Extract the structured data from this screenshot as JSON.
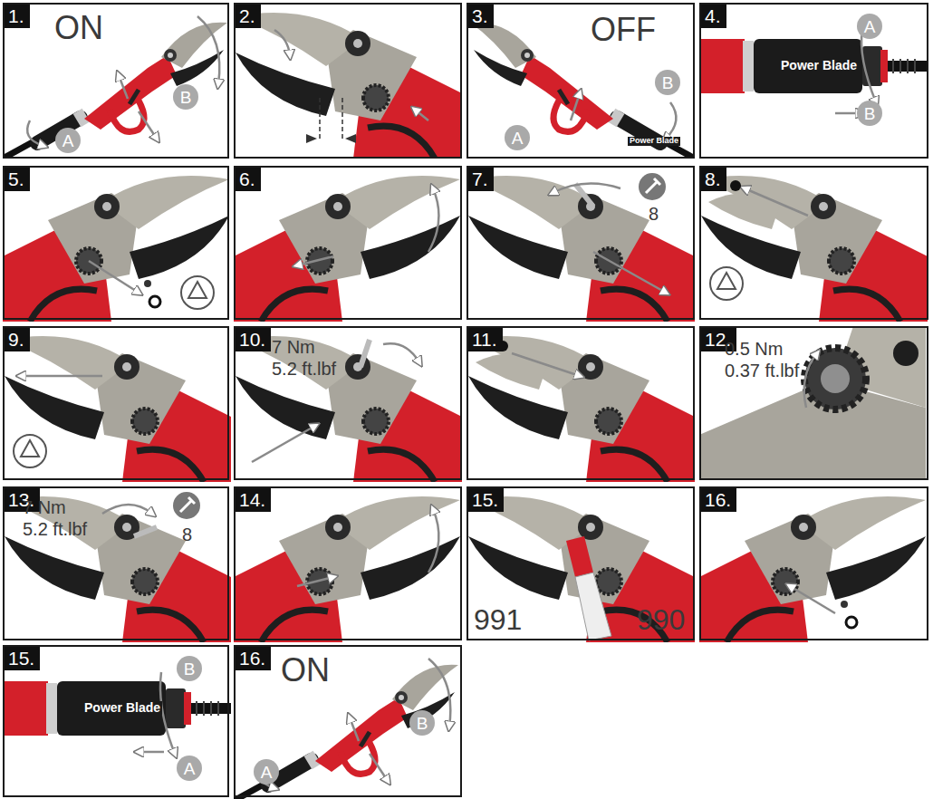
{
  "diagram": {
    "nodes": [
      {
        "text": [
          "1.",
          "ON"
        ]
      },
      {
        "text": [
          "A"
        ],
        "in": 0
      },
      {
        "text": [
          "B"
        ],
        "in": 0
      },
      {
        "text": [
          "2."
        ]
      },
      {
        "text": [
          "3.",
          "OFF",
          "Power Blade"
        ]
      },
      {
        "text": [
          "A"
        ],
        "in": 4
      },
      {
        "text": [
          "B"
        ],
        "in": 4
      },
      {
        "text": [
          "4.",
          "Power Blade"
        ]
      },
      {
        "text": [
          "A"
        ],
        "in": 7
      },
      {
        "text": [
          "B"
        ],
        "in": 7
      },
      {
        "text": [
          "5."
        ]
      },
      {
        "text": [
          "6."
        ]
      },
      {
        "text": [
          "7.",
          "8"
        ]
      },
      {
        "text": [
          "8."
        ]
      },
      {
        "text": [
          "9."
        ]
      },
      {
        "text": [
          "10.",
          "7 Nm",
          "5.2 ft.lbf"
        ]
      },
      {
        "text": [
          "11."
        ]
      },
      {
        "text": [
          "12.",
          "0.5 Nm",
          "0.37 ft.lbf"
        ]
      },
      {
        "text": [
          "13.",
          "7 Nm",
          "5.2 ft.lbf",
          "8"
        ]
      },
      {
        "text": [
          "14."
        ]
      },
      {
        "text": [
          "15.",
          "991",
          "990"
        ]
      },
      {
        "text": [
          "16."
        ]
      },
      {
        "text": [
          "15.",
          "Power Blade"
        ]
      },
      {
        "text": [
          "B"
        ],
        "in": 22
      },
      {
        "text": [
          "A"
        ],
        "in": 22
      },
      {
        "text": [
          "16.",
          "ON"
        ]
      },
      {
        "text": [
          "A"
        ],
        "in": 25
      },
      {
        "text": [
          "B"
        ],
        "in": 25
      }
    ]
  }
}
